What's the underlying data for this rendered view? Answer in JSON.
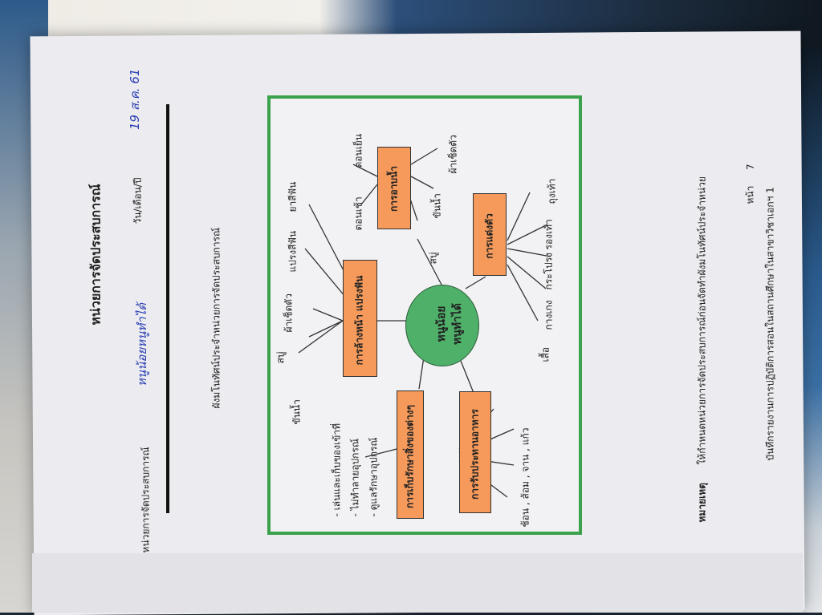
{
  "page": {
    "title": "หน่วยการจัดประสบการณ์",
    "unit_label": "หน่วยการจัดประสบการณ์",
    "unit_value": "หนูน้อยหนูทำได้",
    "date_label": "วัน/เดือน/ปี",
    "date_value": "19 ส.ค. 61",
    "diagram_heading": "ผังมโนทัศน์ประจำหน่วยการจัดประสบการณ์",
    "note_label": "หมายเหตุ",
    "note_text": "ให้กำหนดหน่วยการจัดประสบการณ์ก่อนจัดทำผังมโนทัศน์ประจำหน่วย",
    "footer_text": "บันทึกรายงานการปฏิบัติการสอนในสถานศึกษาในสาขาวิชาเอกฯ 1",
    "page_label": "หน้า",
    "page_number": "7"
  },
  "diagram": {
    "center": [
      "หนูน้อย",
      "หนูทำได้"
    ],
    "branches": {
      "wash": {
        "label": "การล้างหน้า แปรงฟัน",
        "items": [
          "ขันน้ำ",
          "สบู่",
          "ผ้าเช็ดตัว",
          "แปรงสีฟัน",
          "ยาสีฟัน"
        ]
      },
      "bath": {
        "label": "การอาบน้ำ",
        "items": [
          "ตอนเช้า",
          "ตอนเย็น",
          "สบู่",
          "ขันน้ำ",
          "ผ้าเช็ดตัว"
        ]
      },
      "dress": {
        "label": "การแต่งตัว",
        "items": [
          "เสื้อ",
          "กางเกง",
          "กระโปรง",
          "รองเท้า",
          "ถุงเท้า"
        ]
      },
      "eat": {
        "label": "การรับประทานอาหาร",
        "items": [
          "ช้อน , ส้อม , จาน , แก้ว"
        ]
      },
      "care": {
        "label": "การเก็บรักษาสิ่งของต่างๆ",
        "items": [
          "- เล่นและเก็บของเข้าที่",
          "- ไม่ทำลายอุปกรณ์",
          "- ดูแลรักษาอุปกรณ์"
        ]
      }
    }
  },
  "colors": {
    "frame": "#3aa24c",
    "node": "#f59a5b",
    "center": "#4fb06a",
    "handwriting": "#2a3fb5"
  }
}
